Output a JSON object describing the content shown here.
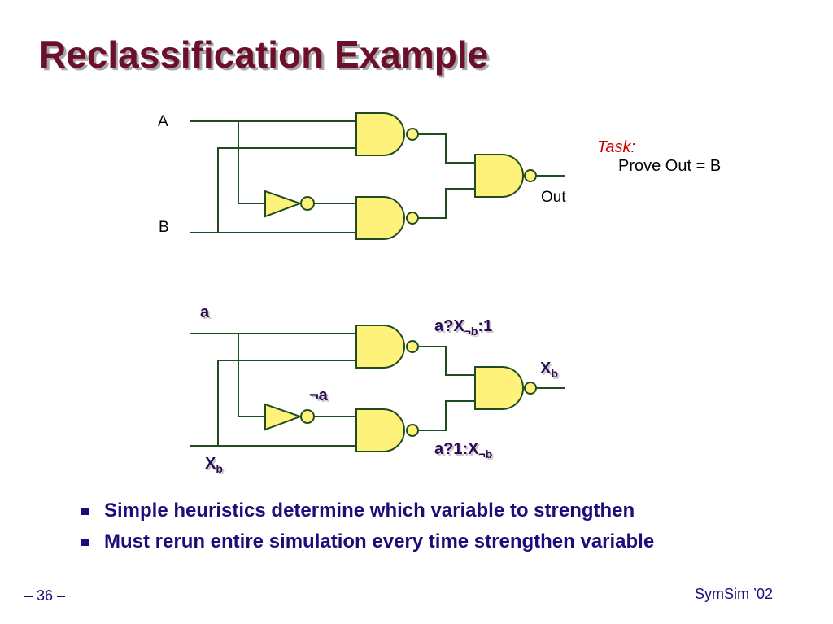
{
  "slide": {
    "title": "Reclassification Example",
    "task_label": "Task:",
    "task_text": "Prove Out = B",
    "bullets": [
      "Simple heuristics determine which variable to strengthen",
      "Must rerun entire simulation every time strengthen variable"
    ],
    "footer_left": "– 36 –",
    "footer_right": "SymSim ’02"
  },
  "circuit_top": {
    "input_a": "A",
    "input_b": "B",
    "output": "Out"
  },
  "circuit_bottom": {
    "input_a": "a",
    "inverter_label": "¬a",
    "input_x": "X",
    "input_x_sub": "b",
    "upper_expr_pre": "a?X",
    "upper_expr_sub": "¬b",
    "upper_expr_post": ":1",
    "lower_expr_pre": "a?1:X",
    "lower_expr_sub": "¬b",
    "output": "X",
    "output_sub": "b"
  },
  "colors": {
    "title": "#6b0f2b",
    "gate_fill": "#fff27a",
    "wire": "#1f4d1f",
    "bullet_text": "#1a0e7a",
    "task_label": "#cc0000"
  }
}
